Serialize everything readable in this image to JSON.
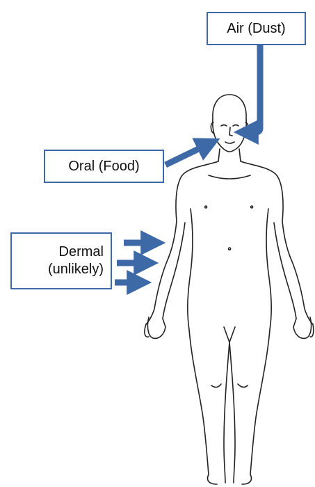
{
  "labels": {
    "air": "Air (Dust)",
    "oral": "Oral (Food)",
    "dermal_line1": "Dermal",
    "dermal_line2": "(unlikely)"
  },
  "colors": {
    "arrow": "#3d6aa6",
    "box_border": "#3d6aa6",
    "outline": "#222222",
    "text": "#111111"
  },
  "icons": {
    "figure": "human-body-outline-icon",
    "arrows": "exposure-arrow-icon"
  }
}
